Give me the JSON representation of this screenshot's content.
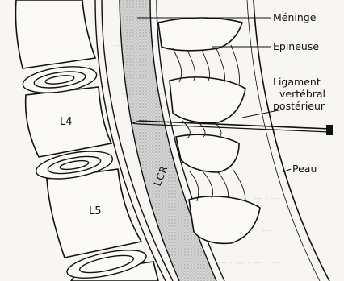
{
  "labels": {
    "meninge": "Méninge",
    "epineuse": "Epineuse",
    "ligament_line1": "Ligament",
    "ligament_line2": "vertébral",
    "ligament_line3": "postérieur",
    "peau": "Peau",
    "l4": "L4",
    "l5": "L5",
    "lcr": "LCR"
  },
  "colors": {
    "ink": "#111111",
    "canal": "#c9c9c9",
    "paper": "#f7f6f2"
  }
}
